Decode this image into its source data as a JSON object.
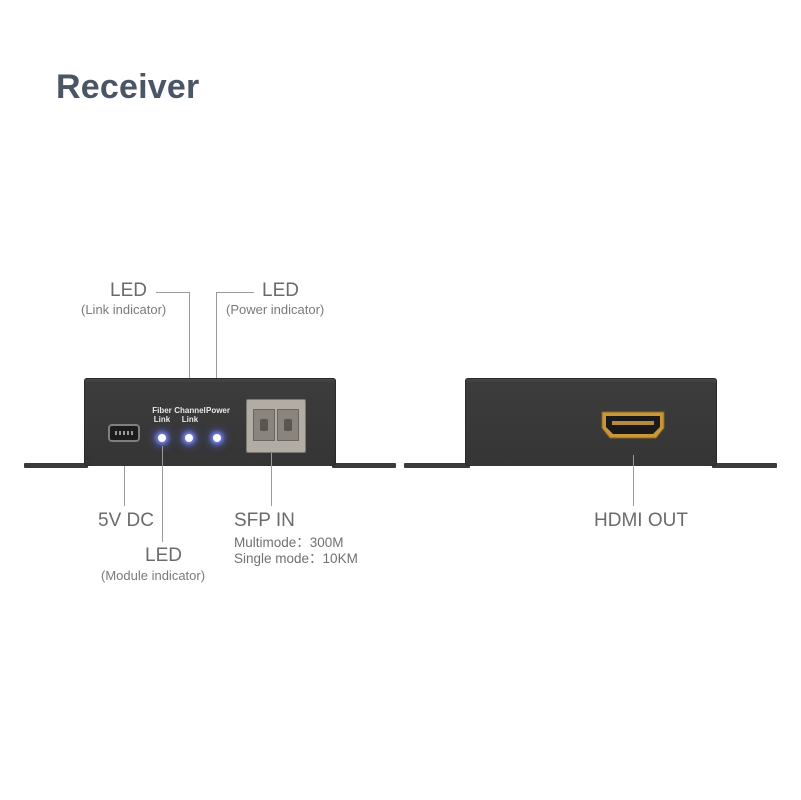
{
  "title": "Receiver",
  "labels": {
    "led_link": {
      "main": "LED",
      "sub": "(Link indicator)"
    },
    "led_power": {
      "main": "LED",
      "sub": "(Power indicator)"
    },
    "dc": {
      "main": "5V DC"
    },
    "led_module": {
      "main": "LED",
      "sub": "(Module indicator)"
    },
    "sfp_in": {
      "main": "SFP IN",
      "spec1": "Multimode：300M",
      "spec2": "Single mode：10KM"
    },
    "hdmi_out": {
      "main": "HDMI OUT"
    }
  },
  "device_labels": {
    "fiber_link": [
      "Fiber",
      "Link"
    ],
    "channel_link": [
      "Channel",
      "Link"
    ],
    "power": "Power"
  },
  "colors": {
    "title": "#4a5566",
    "device_body": "#3a3a3a",
    "led_glow": "#7d8bff",
    "hdmi_gold": "#c9963a"
  }
}
